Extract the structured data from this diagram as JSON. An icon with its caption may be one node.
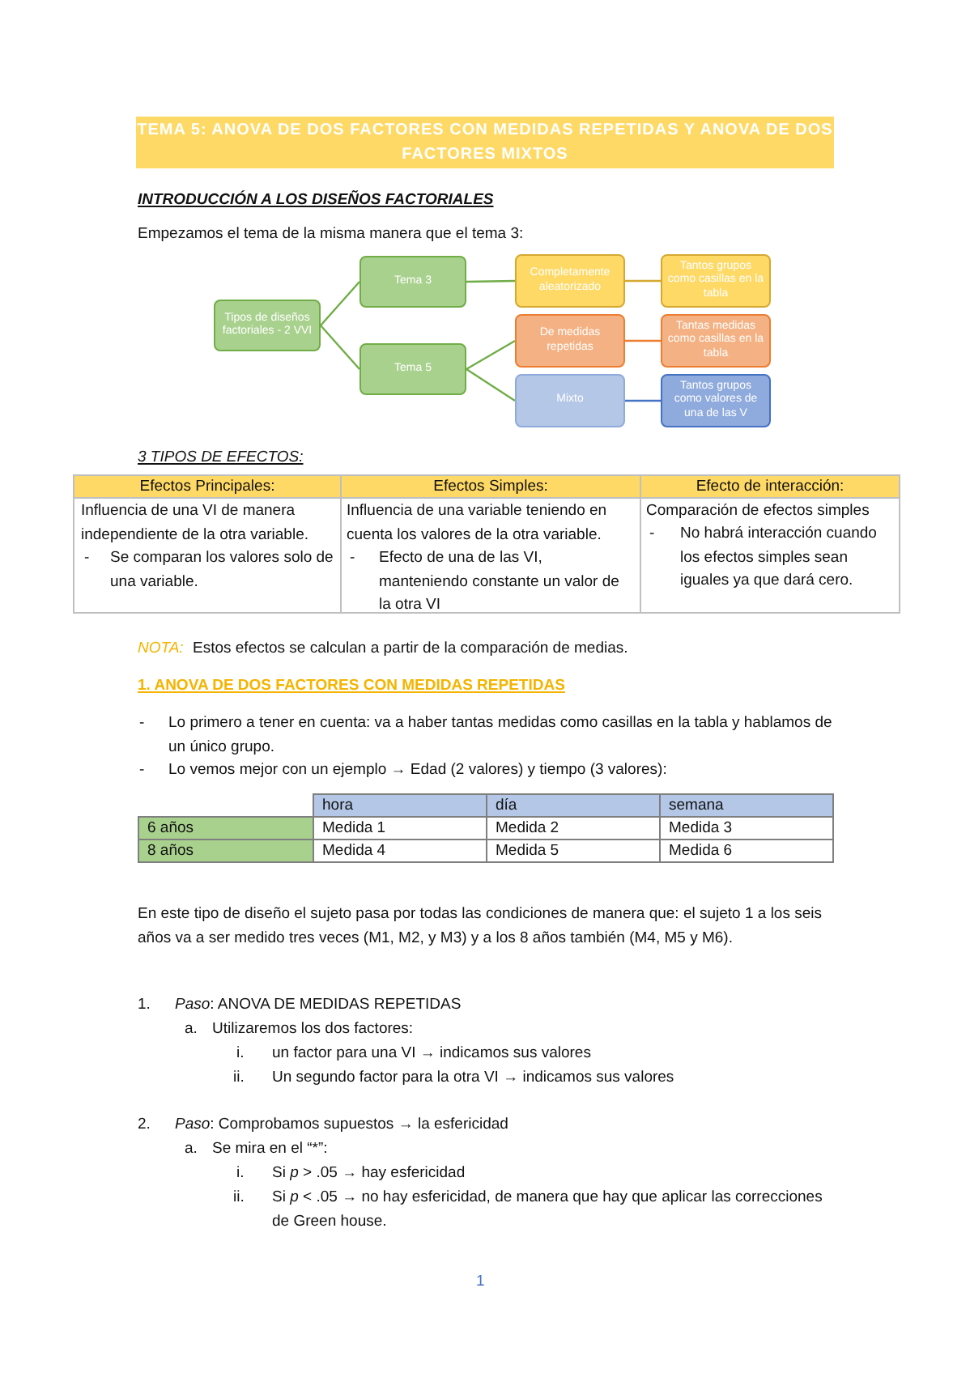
{
  "diagram": {
    "title": "TEMA 5: ANOVA DE DOS FACTORES CON MEDIDAS REPETIDAS Y ANOVA DE DOS FACTORES MIXTOS",
    "nodes": [
      {
        "text": [
          "Tipos de diseños factoriales - 2 VVI"
        ]
      },
      {
        "text": [
          "Tema 3"
        ]
      },
      {
        "text": [
          "Tema 5"
        ]
      },
      {
        "text": [
          "Completamente aleatorizado"
        ]
      },
      {
        "text": [
          "Tantos grupos como casillas en la tabla"
        ]
      },
      {
        "text": [
          "De medidas repetidas"
        ]
      },
      {
        "text": [
          "Tantas medidas como casillas en la tabla"
        ]
      },
      {
        "text": [
          "Mixto"
        ]
      },
      {
        "text": [
          "Tantos grupos como valores de una de las V"
        ]
      }
    ],
    "edges": [
      {
        "from": 0,
        "to": 1,
        "arrow": "none"
      },
      {
        "from": 0,
        "to": 2,
        "arrow": "none"
      },
      {
        "from": 1,
        "to": 3,
        "arrow": "none"
      },
      {
        "from": 3,
        "to": 4,
        "arrow": "none",
        "color": "#d6a830"
      },
      {
        "from": 2,
        "to": 5,
        "arrow": "none"
      },
      {
        "from": 2,
        "to": 7,
        "arrow": "none"
      },
      {
        "from": 5,
        "to": 6,
        "arrow": "none",
        "color": "#ed7d31"
      },
      {
        "from": 7,
        "to": 8,
        "arrow": "none",
        "color": "#4472c4"
      }
    ],
    "labels": [
      "INTRODUCCIÓN A LOS DISEÑOS FACTORIALES",
      "Empezamos el tema de la misma manera que el tema 3:",
      "3 TIPOS DE EFECTOS:",
      "Efectos Principales:",
      "Efectos Simples:",
      "Efecto de interacción:",
      "Influencia de una VI de manera independiente de la otra variable.",
      "-",
      "Se comparan los valores solo de una variable.",
      "Influencia de una variable teniendo en cuenta los valores de la otra variable.",
      "-",
      "Efecto de una de las VI, manteniendo constante un valor de la otra VI",
      "Comparación de efectos simples",
      "-",
      "No habrá interacción cuando los efectos simples sean iguales ya que dará cero.",
      "NOTA:",
      "Estos efectos se calculan a partir de la comparación de medias.",
      "1. ANOVA DE DOS FACTORES CON MEDIDAS REPETIDAS",
      "-",
      "Lo primero a tener en cuenta: va a haber tantas medidas como casillas en la tabla y hablamos de un único grupo.",
      "-",
      "Lo vemos mejor con un ejemplo → Edad (2 valores) y tiempo (3 valores):",
      "hora",
      "día",
      "semana",
      "6 años",
      "Medida 1",
      "Medida 2",
      "Medida 3",
      "8 años",
      "Medida 4",
      "Medida 5",
      "Medida 6",
      "En este tipo de diseño el sujeto pasa por todas las condiciones de manera que: el sujeto 1 a los seis años va a ser medido tres veces (M1, M2, y M3) y a los 8 años también (M4, M5 y M6).",
      "1.",
      "*Paso*: ANOVA DE MEDIDAS REPETIDAS",
      "a.",
      "Utilizaremos los dos factores:",
      "i.",
      "un factor para una VI → indicamos sus valores",
      "ii.",
      "Un segundo factor para la otra VI → indicamos sus valores",
      "2.",
      "*Paso*: Comprobamos supuestos → la esfericidad",
      "a.",
      "Se mira en el “*”:",
      "i.",
      "Si *p* > .05 → hay esfericidad",
      "ii.",
      "Si *p* < .05 → no hay esfericidad, de manera que hay que aplicar las correcciones de Green house.",
      "1"
    ]
  }
}
